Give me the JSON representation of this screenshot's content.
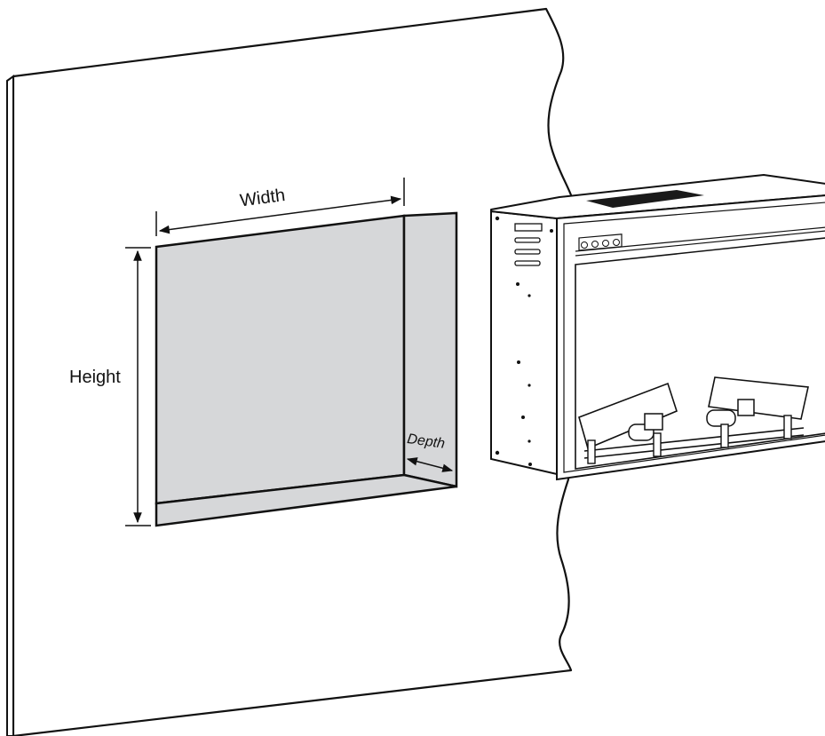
{
  "labels": {
    "width": "Width",
    "height": "Height",
    "depth": "Depth"
  },
  "colors": {
    "line": "#111111",
    "wall": "#ffffff",
    "recess": "#d8d9db",
    "grille": "#1a1a1a"
  },
  "control_panel": {
    "icons": [
      "power-icon",
      "flame-icon",
      "timer-icon",
      "heat-icon"
    ]
  }
}
